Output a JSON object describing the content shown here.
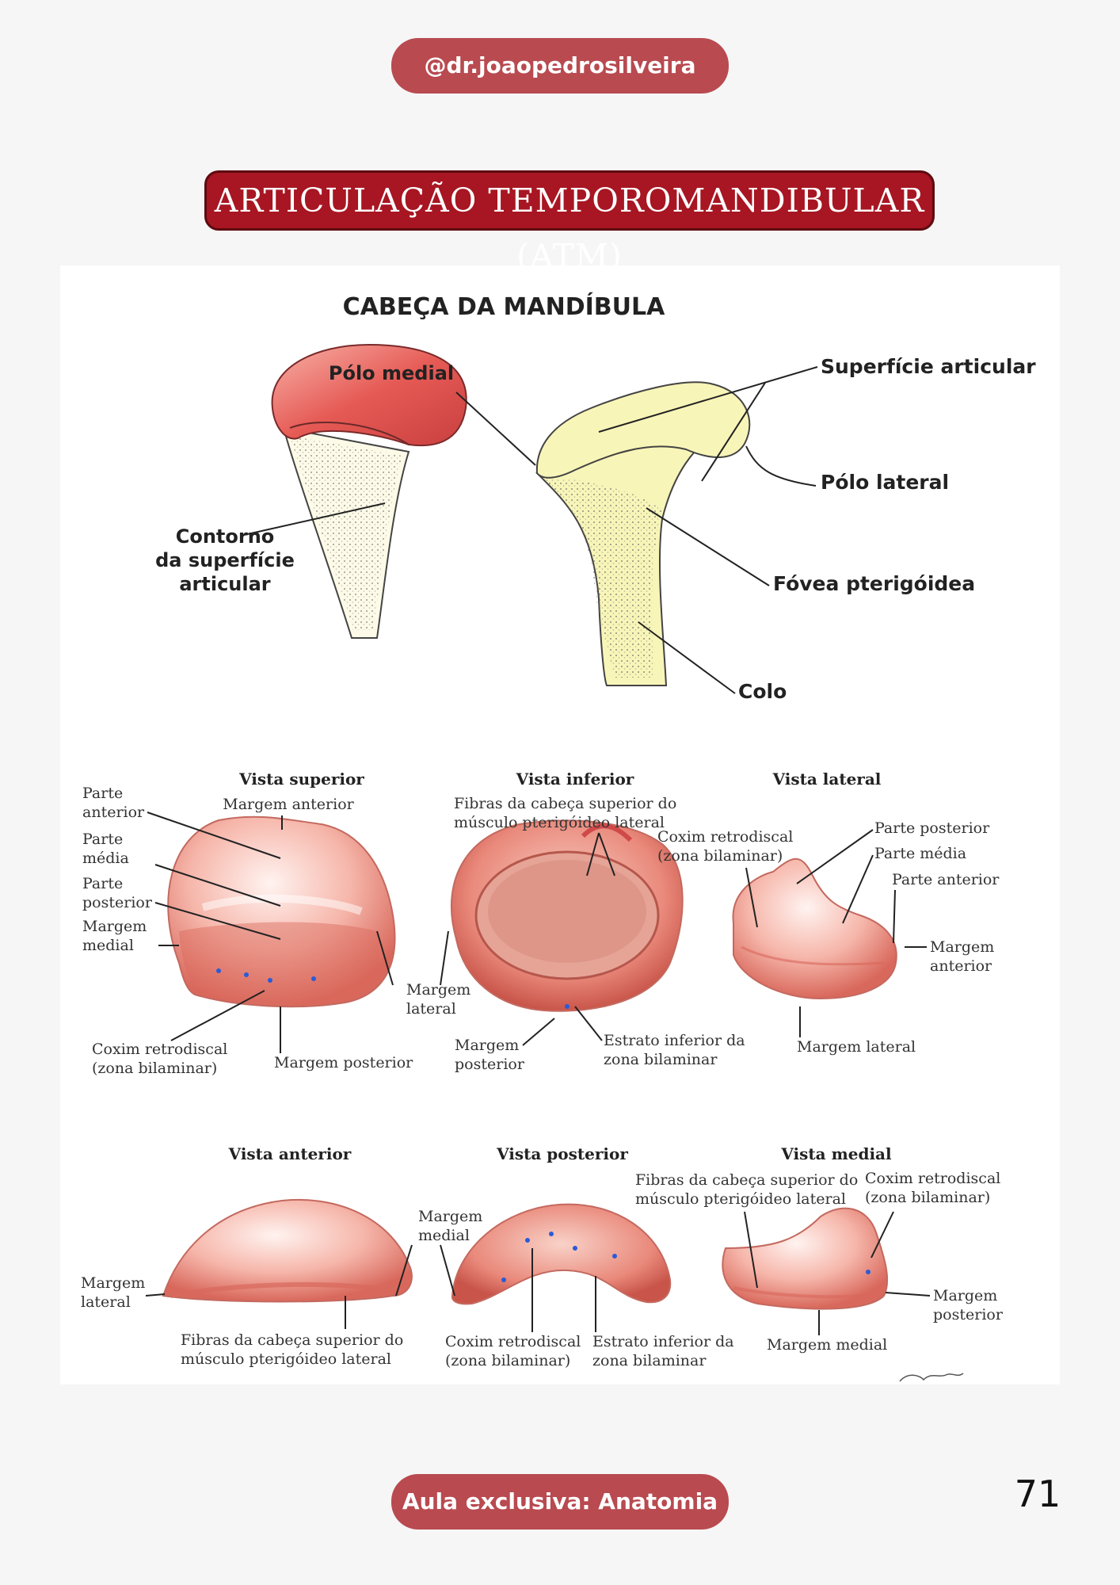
{
  "header": {
    "handle": "@dr.joaopedrosilveira"
  },
  "title": "ARTICULAÇÃO TEMPOROMANDIBULAR (ATM)",
  "figure": {
    "heading": "CABEÇA DA MANDÍBULA",
    "head_labels": {
      "polo_medial": "Pólo medial",
      "superficie_articular": "Superfície articular",
      "polo_lateral": "Pólo lateral",
      "contorno_1": "Contorno",
      "contorno_2": "da superfície",
      "contorno_3": "articular",
      "fovea": "Fóvea pterigóidea",
      "colo": "Colo"
    },
    "views_row1": {
      "superior": {
        "title": "Vista superior",
        "parte_anterior_1": "Parte",
        "parte_anterior_2": "anterior",
        "parte_media_1": "Parte",
        "parte_media_2": "média",
        "parte_posterior_1": "Parte",
        "parte_posterior_2": "posterior",
        "margem_medial_1": "Margem",
        "margem_medial_2": "medial",
        "margem_anterior": "Margem anterior",
        "coxim_1": "Coxim retrodiscal",
        "coxim_2": "(zona bilaminar)",
        "margem_posterior": "Margem posterior"
      },
      "inferior": {
        "title": "Vista inferior",
        "fibras_1": "Fibras da cabeça superior do",
        "fibras_2": "músculo pterigóideo lateral",
        "margem_lateral_1": "Margem",
        "margem_lateral_2": "lateral",
        "margem_posterior_1": "Margem",
        "margem_posterior_2": "posterior",
        "estrato_1": "Estrato inferior da",
        "estrato_2": "zona bilaminar"
      },
      "lateral": {
        "title": "Vista lateral",
        "coxim_1": "Coxim retrodiscal",
        "coxim_2": "(zona bilaminar)",
        "parte_posterior": "Parte posterior",
        "parte_media": "Parte média",
        "parte_anterior": "Parte anterior",
        "margem_anterior_1": "Margem",
        "margem_anterior_2": "anterior",
        "margem_lateral": "Margem lateral"
      }
    },
    "views_row2": {
      "anterior": {
        "title": "Vista anterior",
        "margem_lateral_1": "Margem",
        "margem_lateral_2": "lateral",
        "fibras_1": "Fibras da cabeça superior do",
        "fibras_2": "músculo pterigóideo lateral"
      },
      "posterior": {
        "title": "Vista posterior",
        "margem_medial_1": "Margem",
        "margem_medial_2": "medial",
        "coxim_1": "Coxim retrodiscal",
        "coxim_2": "(zona bilaminar)",
        "estrato_1": "Estrato inferior da",
        "estrato_2": "zona bilaminar"
      },
      "medial": {
        "title": "Vista medial",
        "fibras_1": "Fibras da cabeça superior do",
        "fibras_2": "músculo pterigóideo lateral",
        "coxim_1": "Coxim retrodiscal",
        "coxim_2": "(zona bilaminar)",
        "margem_posterior_1": "Margem",
        "margem_posterior_2": "posterior",
        "margem_medial": "Margem medial"
      }
    }
  },
  "footer": {
    "label": "Aula exclusiva: Anatomia",
    "page_number": "71"
  },
  "colors": {
    "accent": "#b84a50",
    "banner": "#a71622",
    "disc": "#f2a59a",
    "bone": "#f8f5b8",
    "articular": "#e35555"
  }
}
